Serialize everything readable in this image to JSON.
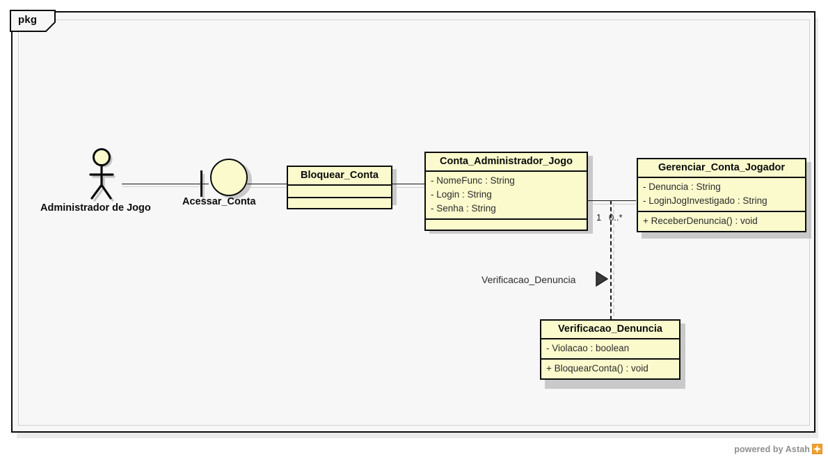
{
  "diagram": {
    "package_label": "pkg",
    "tool_watermark": "powered by Astah",
    "watermark_logo_icon": "astah-logo-icon",
    "colors": {
      "node_fill": "#FAFACD",
      "node_border": "#0B0B0B",
      "canvas": "#F7F7F7",
      "shadow": "#B9B9B9",
      "watermark_text": "#8E8E8E"
    }
  },
  "actor": {
    "name": "Administrador de Jogo",
    "icon": "stick-figure-actor-icon"
  },
  "usecase": {
    "name": "Acessar_Conta",
    "icon": "ellipse-usecase-icon"
  },
  "classes": [
    {
      "id": "bloquear_conta",
      "title": "Bloquear_Conta",
      "attributes": [],
      "operations": []
    },
    {
      "id": "conta_administrador_jogo",
      "title": "Conta_Administrador_Jogo",
      "attributes": [
        "- NomeFunc : String",
        "- Login : String",
        "- Senha : String"
      ],
      "operations": []
    },
    {
      "id": "gerenciar_conta_jogador",
      "title": "Gerenciar_Conta_Jogador",
      "attributes": [
        "- Denuncia : String",
        "- LoginJogInvestigado : String"
      ],
      "operations": [
        "+ ReceberDenuncia() : void"
      ]
    },
    {
      "id": "verificacao_denuncia",
      "title": "Verificacao_Denuncia",
      "attributes": [
        "- Violacao : boolean"
      ],
      "operations": [
        "+ BloquearConta() : void"
      ]
    }
  ],
  "associations": {
    "source_multiplicity": "1",
    "target_multiplicity": "0..*",
    "dependency_label": "Verificacao_Denuncia",
    "dependency_arrow_icon": "solid-triangle-arrow-icon"
  }
}
